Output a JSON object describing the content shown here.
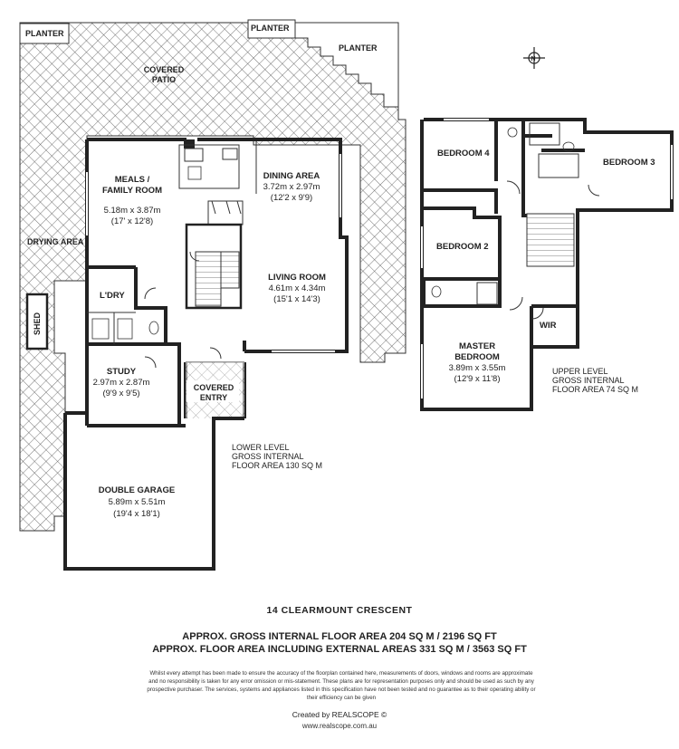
{
  "lower_level": {
    "planter_left": "PLANTER",
    "planter_mid": "PLANTER",
    "planter_right": "PLANTER",
    "covered_patio": [
      "COVERED",
      "PATIO"
    ],
    "drying_area": "DRYING AREA",
    "shed": "SHED",
    "meals": {
      "name": [
        "MEALS /",
        "FAMILY ROOM"
      ],
      "metric": "5.18m x 3.87m",
      "imperial": "(17' x 12'8)"
    },
    "dining": {
      "name": "DINING AREA",
      "metric": "3.72m x 2.97m",
      "imperial": "(12'2 x 9'9)"
    },
    "living": {
      "name": "LIVING ROOM",
      "metric": "4.61m x 4.34m",
      "imperial": "(15'1 x 14'3)"
    },
    "laundry": "L'DRY",
    "study": {
      "name": "STUDY",
      "metric": "2.97m x 2.87m",
      "imperial": "(9'9 x 9'5)"
    },
    "covered_entry": [
      "COVERED",
      "ENTRY"
    ],
    "garage": {
      "name": "DOUBLE GARAGE",
      "metric": "5.89m x 5.51m",
      "imperial": "(19'4 x 18'1)"
    },
    "gross_area": [
      "LOWER LEVEL",
      "GROSS INTERNAL",
      "FLOOR AREA 130 SQ M"
    ]
  },
  "upper_level": {
    "bedroom4": "BEDROOM 4",
    "bedroom3": "BEDROOM 3",
    "bedroom2": "BEDROOM 2",
    "master": {
      "name": [
        "MASTER",
        "BEDROOM"
      ],
      "metric": "3.89m x 3.55m",
      "imperial": "(12'9 x 11'8)"
    },
    "wir": "WIR",
    "gross_area": [
      "UPPER LEVEL",
      "GROSS INTERNAL",
      "FLOOR AREA 74 SQ M"
    ]
  },
  "compass": "N",
  "footer": {
    "address": "14  CLEARMOUNT CRESCENT",
    "area_internal": "APPROX. GROSS INTERNAL FLOOR AREA 204 SQ M / 2196 SQ FT",
    "area_external": "APPROX. FLOOR AREA INCLUDING EXTERNAL AREAS 331 SQ M / 3563 SQ FT",
    "disclaimer": "Whilst every attempt has been made to ensure the accuracy of the floorplan contained here, measurements of doors, windows and rooms are approximate and no responsibility is taken for any error omission or mis-statement. These plans are for representation purposes only and should be used as such by any prospective purchaser. The services, systems and appliances listed in this specification have not been tested and no guarantee as to their operating ability or their efficiency can be given",
    "credit": "Created by REALSCOPE ©",
    "website": "www.realscope.com.au"
  }
}
